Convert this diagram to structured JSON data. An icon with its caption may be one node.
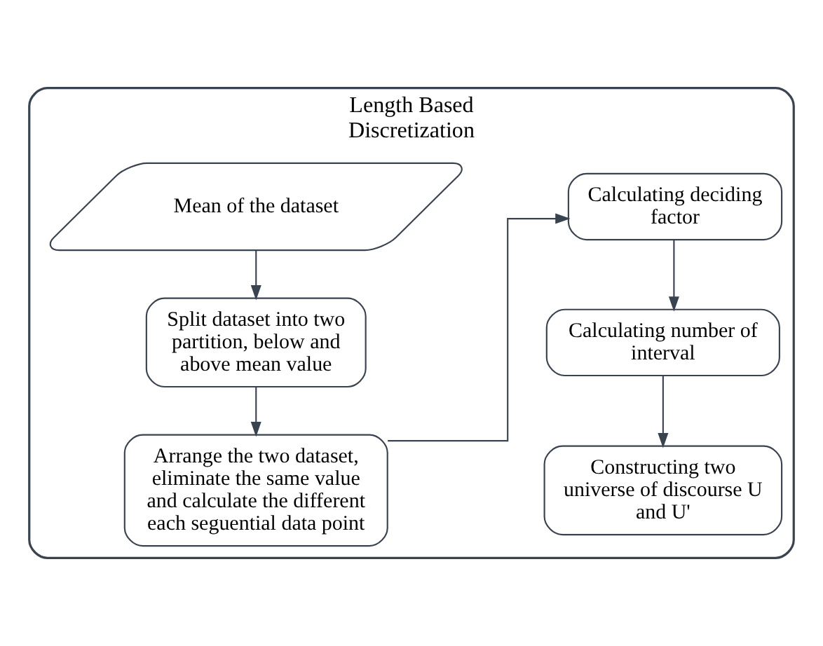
{
  "diagram": {
    "nodes": [
      {
        "text": [
          "Length Based Discretization"
        ]
      },
      {
        "text": [
          "Mean of the dataset"
        ],
        "in": 0
      },
      {
        "text": [
          "Split dataset into two partition, below and above mean value"
        ],
        "in": 0
      },
      {
        "text": [
          "Arrange the two dataset, eliminate the same value and calculate the different each seguential data point"
        ],
        "in": 0
      },
      {
        "text": [
          "Calculating deciding factor"
        ],
        "in": 0
      },
      {
        "text": [
          "Calculating number of interval"
        ],
        "in": 0
      },
      {
        "text": [
          "Constructing two universe of discourse U and U'"
        ],
        "in": 0
      }
    ],
    "edges": [
      {
        "from": 1,
        "to": 2,
        "arrow": "to"
      },
      {
        "from": 2,
        "to": 3,
        "arrow": "to"
      },
      {
        "from": 3,
        "to": 4,
        "arrow": "to"
      },
      {
        "from": 4,
        "to": 5,
        "arrow": "to"
      },
      {
        "from": 5,
        "to": 6,
        "arrow": "to"
      }
    ]
  }
}
